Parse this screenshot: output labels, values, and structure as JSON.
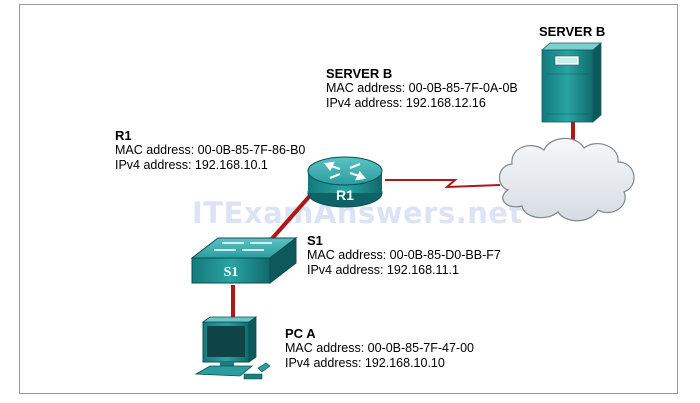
{
  "watermark": "ITExamAnswers.net",
  "devices": {
    "server_b": {
      "icon_label": "SERVER B",
      "title": "SERVER B",
      "mac": "MAC address: 00-0B-85-7F-0A-0B",
      "ipv4": "IPv4 address: 192.168.12.16"
    },
    "r1": {
      "icon_label": "R1",
      "title": "R1",
      "mac": "MAC address: 00-0B-85-7F-86-B0",
      "ipv4": "IPv4 address: 192.168.10.1"
    },
    "s1": {
      "icon_label": "S1",
      "title": "S1",
      "mac": "MAC address: 00-0B-85-D0-BB-F7",
      "ipv4": "IPv4 address: 192.168.11.1"
    },
    "pc_a": {
      "title": "PC A",
      "mac": "MAC address: 00-0B-85-7F-47-00",
      "ipv4": "IPv4 address: 192.168.10.10"
    }
  },
  "colors": {
    "device_teal": "#1f8c8c",
    "device_dark": "#0f5f63",
    "link_red": "#b01818",
    "cloud_fill": "#e4e8ed",
    "frame": "#9a9a9a"
  },
  "icons": [
    "server-icon",
    "cloud-icon",
    "router-icon",
    "switch-icon",
    "pc-icon"
  ]
}
